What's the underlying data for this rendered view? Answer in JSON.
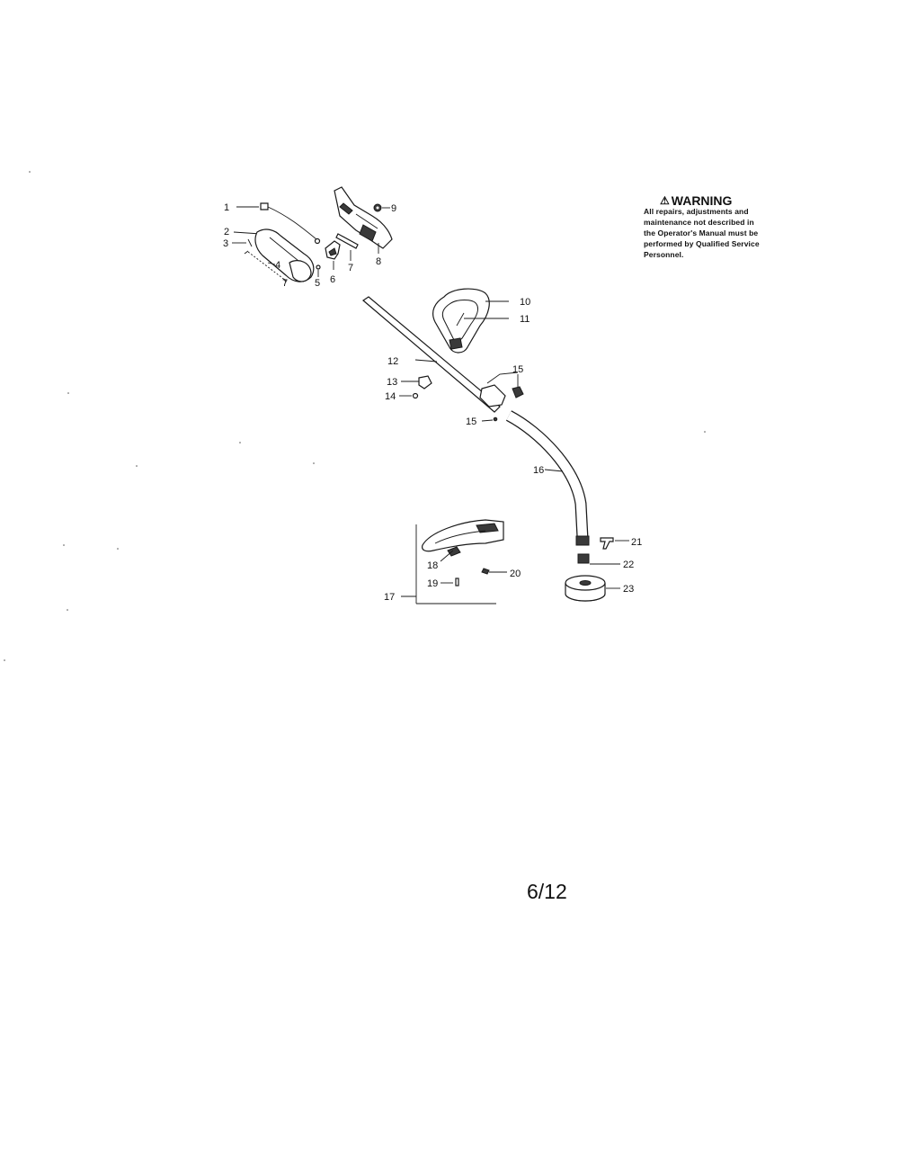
{
  "warning": {
    "title": "WARNING",
    "icon": "warning-triangle-icon",
    "lines": [
      "All repairs, adjustments and",
      "maintenance not described in",
      "the Operator's Manual must be",
      "performed by Qualified Service",
      "Personnel."
    ]
  },
  "page_number": "6/12",
  "parts": [
    {
      "label": "1"
    },
    {
      "label": "2"
    },
    {
      "label": "3"
    },
    {
      "label": "4"
    },
    {
      "label": "5"
    },
    {
      "label": "6"
    },
    {
      "label": "7"
    },
    {
      "label": "7"
    },
    {
      "label": "8"
    },
    {
      "label": "9"
    },
    {
      "label": "10"
    },
    {
      "label": "11"
    },
    {
      "label": "12"
    },
    {
      "label": "13"
    },
    {
      "label": "14"
    },
    {
      "label": "15"
    },
    {
      "label": "15"
    },
    {
      "label": "16"
    },
    {
      "label": "17"
    },
    {
      "label": "18"
    },
    {
      "label": "19"
    },
    {
      "label": "20"
    },
    {
      "label": "21"
    },
    {
      "label": "22"
    },
    {
      "label": "23"
    }
  ]
}
